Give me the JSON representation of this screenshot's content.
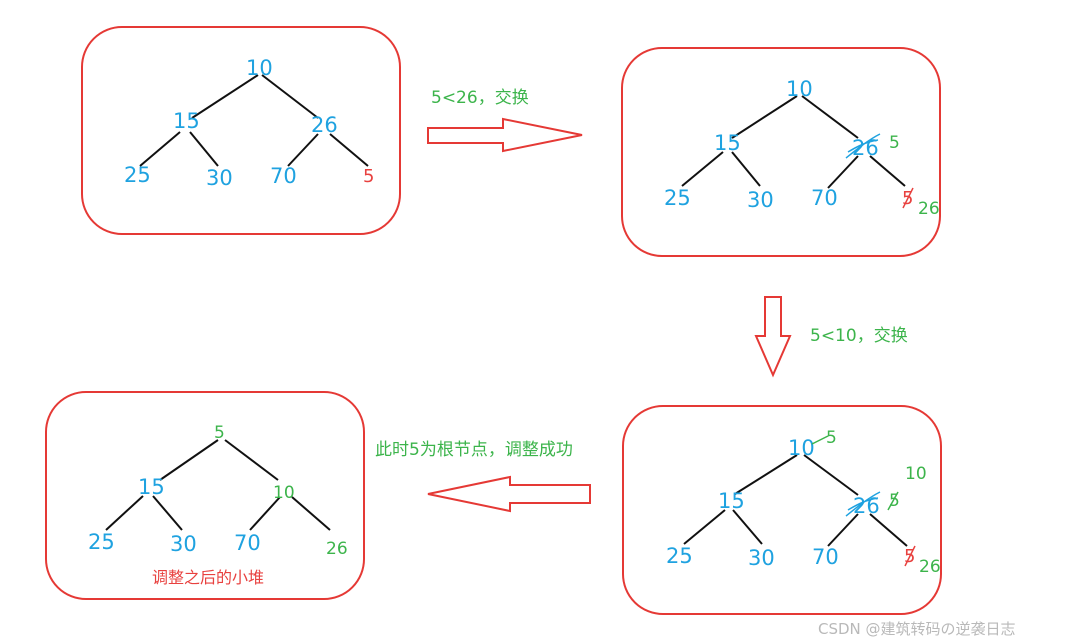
{
  "panel1": {
    "root": "10",
    "l": "15",
    "r": "26",
    "ll": "25",
    "lr": "30",
    "rl": "70",
    "rr": "5"
  },
  "step1_label": "5<26，交换",
  "panel2": {
    "root": "10",
    "l": "15",
    "r": "26",
    "r_new": "5",
    "ll": "25",
    "lr": "30",
    "rl": "70",
    "rr": "5",
    "rr_new": "26"
  },
  "step2_label": "5<10，交换",
  "panel3": {
    "root": "10",
    "root_new": "5",
    "l": "15",
    "r": "26",
    "r_mid": "5",
    "r_new": "10",
    "ll": "25",
    "lr": "30",
    "rl": "70",
    "rr": "5",
    "rr_new": "26"
  },
  "step3_label": "此时5为根节点，调整成功",
  "panel4": {
    "root": "5",
    "l": "15",
    "r": "10",
    "ll": "25",
    "lr": "30",
    "rl": "70",
    "rr": "26",
    "caption": "调整之后的小堆"
  },
  "watermark": "CSDN @建筑转码の逆袭日志",
  "colors": {
    "blue": "#1fa2e0",
    "red": "#e8413f",
    "green": "#3cb44b",
    "border": "#e53935"
  }
}
